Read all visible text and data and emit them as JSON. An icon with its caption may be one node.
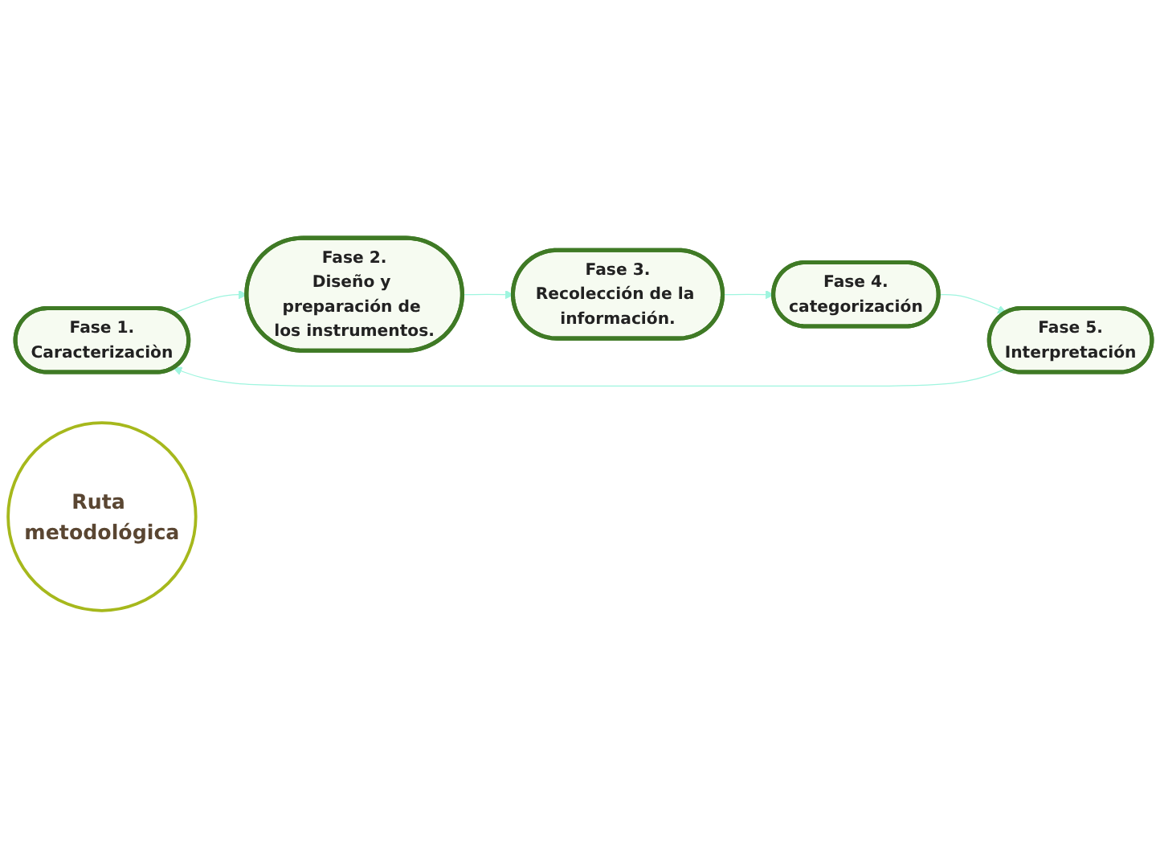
{
  "diagram": {
    "nodes": [
      {
        "text": [
          "Fase 1.",
          "Caracterizaciòn"
        ]
      },
      {
        "text": [
          "Fase 2.",
          "Diseño y preparación de los instrumentos."
        ]
      },
      {
        "text": [
          "Fase 3.",
          "Recolección de la información."
        ]
      },
      {
        "text": [
          "Fase 4.",
          "categorización"
        ]
      },
      {
        "text": [
          "Fase 5.",
          "Interpretación"
        ]
      },
      {
        "text": [
          "Ruta metodológica"
        ]
      }
    ],
    "edges": [
      {
        "from": 0,
        "to": 1,
        "arrow": "to"
      },
      {
        "from": 1,
        "to": 2,
        "arrow": "to"
      },
      {
        "from": 2,
        "to": 3,
        "arrow": "to"
      },
      {
        "from": 3,
        "to": 4,
        "arrow": "to"
      },
      {
        "from": 4,
        "to": 0,
        "arrow": "to"
      }
    ]
  }
}
